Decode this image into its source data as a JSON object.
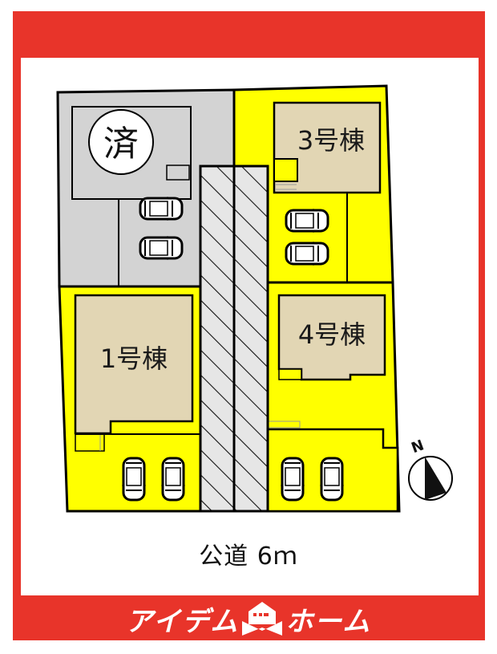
{
  "plan": {
    "colors": {
      "frame": "#e8342a",
      "lot_available": "#ffff00",
      "lot_sold": "#d3d3d3",
      "building": "#e2d6b4",
      "road_hatch_bg": "#e6e6e6",
      "outline": "#000000"
    },
    "lots": [
      {
        "id": "sold",
        "label": "",
        "status": "sold"
      },
      {
        "id": "1",
        "label": "1号棟",
        "status": "available"
      },
      {
        "id": "3",
        "label": "3号棟",
        "status": "available"
      },
      {
        "id": "4",
        "label": "4号棟",
        "status": "available"
      }
    ],
    "sold_badge": "済",
    "private_road": "hatched access road",
    "parking_per_lot": 2,
    "north_label": "N"
  },
  "road": {
    "label": "公道 6ｍ"
  },
  "footer": {
    "brand_left": "アイデム",
    "brand_right": "ホーム",
    "brand_icon": "house-envelope-icon"
  }
}
